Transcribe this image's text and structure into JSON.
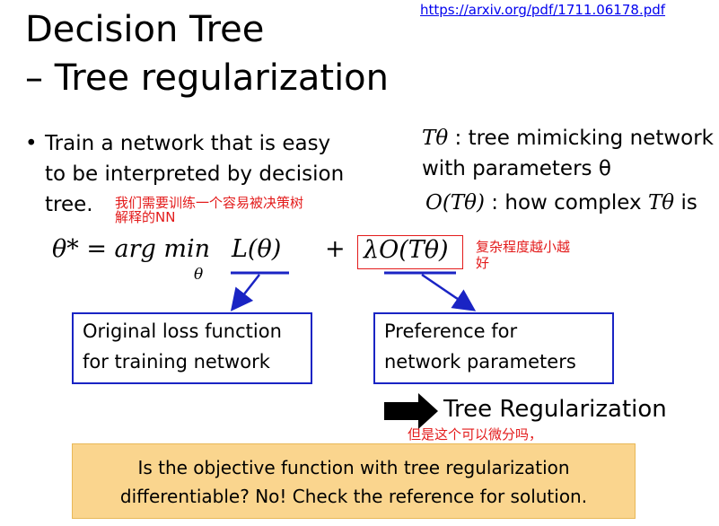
{
  "slide": {
    "title_line1": "Decision Tree",
    "title_line2": "– Tree regularization",
    "reference_link": "https://arxiv.org/pdf/1711.06178.pdf",
    "bullet": {
      "marker": "•",
      "line1": "Train a network that is easy",
      "line2": "to be interpreted by decision",
      "line3": "tree."
    },
    "annotation_cn_1_line1": "我们需要训练一个容易被决策树",
    "annotation_cn_1_line2": "解释的NN",
    "side_notes": {
      "note1_symbol": "Tθ",
      "note1_text": " : tree mimicking network",
      "note2_text": "with parameters θ",
      "note3_symbol": "O(Tθ)",
      "note3_text": " : how complex ",
      "note3_tail_symbol": "Tθ",
      "note3_tail_text": " is"
    },
    "equation": {
      "lhs": "θ* = arg min",
      "min_sub": "θ",
      "loss_term": "L(θ)",
      "plus": "+",
      "reg_term": "λO(Tθ)"
    },
    "annotation_cn_2_line1": "复杂程度越小越",
    "annotation_cn_2_line2": "好",
    "box_loss_line1": "Original loss function",
    "box_loss_line2": "for training network",
    "box_pref_line1": "Preference for",
    "box_pref_line2": "network parameters",
    "arrow_label": "Tree Regularization",
    "annotation_cn_3": "但是这个可以微分吗，",
    "callout_line1": "Is the objective function with tree regularization",
    "callout_line2": "differentiable? No! Check the reference for solution."
  },
  "colors": {
    "arrow_blue": "#1a24c4",
    "annotation_red": "#e31b1b",
    "callout_fill": "#fad58e"
  }
}
